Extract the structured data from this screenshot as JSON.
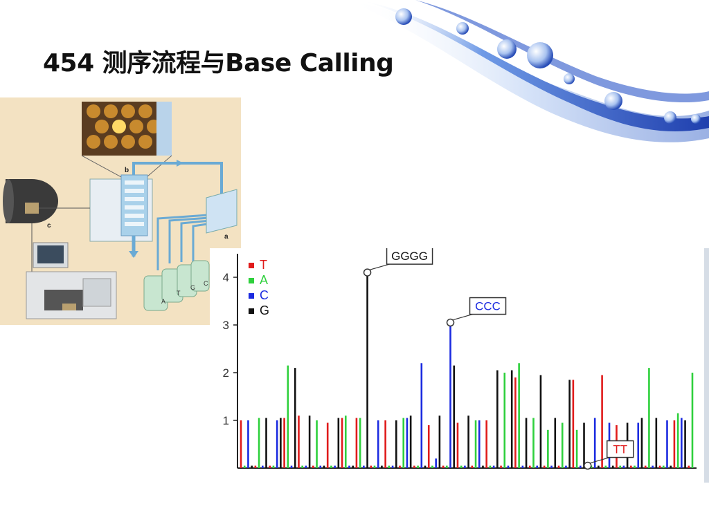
{
  "slide": {
    "title": "454 测序流程与Base Calling"
  },
  "colors": {
    "T": "#e01b1b",
    "A": "#2ed03c",
    "C": "#1b2be0",
    "G": "#111111",
    "accent_blue": "#2a4fb8",
    "schematic_bg": "#f3e2c2",
    "machine_blue": "#7fb3d9"
  },
  "schematic": {
    "labels": {
      "a": "a",
      "b": "b",
      "c": "c"
    },
    "bottles": [
      "A",
      "T",
      "G",
      "C"
    ]
  },
  "chart_data": {
    "type": "bar",
    "title": "",
    "xlabel": "",
    "ylabel": "",
    "ylim": [
      0,
      4.5
    ],
    "yticks": [
      1,
      2,
      3,
      4
    ],
    "grid": false,
    "legend_position": "top-left",
    "legend": [
      {
        "key": "T",
        "label": "T",
        "color": "#e01b1b"
      },
      {
        "key": "A",
        "label": "A",
        "color": "#2ed03c"
      },
      {
        "key": "C",
        "label": "C",
        "color": "#1b2be0"
      },
      {
        "key": "G",
        "label": "G",
        "color": "#111111"
      }
    ],
    "flow_order": [
      "T",
      "A",
      "C",
      "G"
    ],
    "flows": [
      {
        "base": "T",
        "value": 1.0
      },
      {
        "base": "A",
        "value": 0.05
      },
      {
        "base": "C",
        "value": 1.0
      },
      {
        "base": "G",
        "value": 0.05
      },
      {
        "base": "T",
        "value": 0.05
      },
      {
        "base": "A",
        "value": 1.05
      },
      {
        "base": "C",
        "value": 0.05
      },
      {
        "base": "G",
        "value": 1.05
      },
      {
        "base": "T",
        "value": 0.05
      },
      {
        "base": "A",
        "value": 0.05
      },
      {
        "base": "C",
        "value": 1.0
      },
      {
        "base": "G",
        "value": 1.05
      },
      {
        "base": "T",
        "value": 1.05
      },
      {
        "base": "A",
        "value": 2.15
      },
      {
        "base": "C",
        "value": 0.05
      },
      {
        "base": "G",
        "value": 2.1
      },
      {
        "base": "T",
        "value": 1.1
      },
      {
        "base": "A",
        "value": 0.05
      },
      {
        "base": "C",
        "value": 0.05
      },
      {
        "base": "G",
        "value": 1.1
      },
      {
        "base": "T",
        "value": 0.05
      },
      {
        "base": "A",
        "value": 1.0
      },
      {
        "base": "C",
        "value": 0.05
      },
      {
        "base": "G",
        "value": 0.05
      },
      {
        "base": "T",
        "value": 0.95
      },
      {
        "base": "A",
        "value": 0.05
      },
      {
        "base": "C",
        "value": 0.05
      },
      {
        "base": "G",
        "value": 1.05
      },
      {
        "base": "T",
        "value": 1.05
      },
      {
        "base": "A",
        "value": 1.1
      },
      {
        "base": "C",
        "value": 0.05
      },
      {
        "base": "G",
        "value": 0.05
      },
      {
        "base": "T",
        "value": 1.05
      },
      {
        "base": "A",
        "value": 1.05
      },
      {
        "base": "C",
        "value": 0.05
      },
      {
        "base": "G",
        "value": 4.1
      },
      {
        "base": "T",
        "value": 0.05
      },
      {
        "base": "A",
        "value": 0.05
      },
      {
        "base": "C",
        "value": 1.0
      },
      {
        "base": "G",
        "value": 0.05
      },
      {
        "base": "T",
        "value": 1.0
      },
      {
        "base": "A",
        "value": 0.05
      },
      {
        "base": "C",
        "value": 0.05
      },
      {
        "base": "G",
        "value": 1.0
      },
      {
        "base": "T",
        "value": 0.05
      },
      {
        "base": "A",
        "value": 1.05
      },
      {
        "base": "C",
        "value": 1.05
      },
      {
        "base": "G",
        "value": 1.1
      },
      {
        "base": "T",
        "value": 0.05
      },
      {
        "base": "A",
        "value": 0.05
      },
      {
        "base": "C",
        "value": 2.2
      },
      {
        "base": "G",
        "value": 0.05
      },
      {
        "base": "T",
        "value": 0.9
      },
      {
        "base": "A",
        "value": 0.05
      },
      {
        "base": "C",
        "value": 0.2
      },
      {
        "base": "G",
        "value": 1.1
      },
      {
        "base": "T",
        "value": 0.05
      },
      {
        "base": "A",
        "value": 0.05
      },
      {
        "base": "C",
        "value": 3.05
      },
      {
        "base": "G",
        "value": 2.15
      },
      {
        "base": "T",
        "value": 0.95
      },
      {
        "base": "A",
        "value": 0.05
      },
      {
        "base": "C",
        "value": 0.05
      },
      {
        "base": "G",
        "value": 1.1
      },
      {
        "base": "T",
        "value": 0.05
      },
      {
        "base": "A",
        "value": 1.0
      },
      {
        "base": "C",
        "value": 1.0
      },
      {
        "base": "G",
        "value": 0.05
      },
      {
        "base": "T",
        "value": 1.0
      },
      {
        "base": "A",
        "value": 0.05
      },
      {
        "base": "C",
        "value": 0.05
      },
      {
        "base": "G",
        "value": 2.05
      },
      {
        "base": "T",
        "value": 0.05
      },
      {
        "base": "A",
        "value": 2.0
      },
      {
        "base": "C",
        "value": 0.05
      },
      {
        "base": "G",
        "value": 2.05
      },
      {
        "base": "T",
        "value": 1.9
      },
      {
        "base": "A",
        "value": 2.2
      },
      {
        "base": "C",
        "value": 0.05
      },
      {
        "base": "G",
        "value": 1.05
      },
      {
        "base": "T",
        "value": 0.05
      },
      {
        "base": "A",
        "value": 1.05
      },
      {
        "base": "C",
        "value": 0.05
      },
      {
        "base": "G",
        "value": 1.95
      },
      {
        "base": "T",
        "value": 0.05
      },
      {
        "base": "A",
        "value": 0.8
      },
      {
        "base": "C",
        "value": 0.05
      },
      {
        "base": "G",
        "value": 1.05
      },
      {
        "base": "T",
        "value": 0.05
      },
      {
        "base": "A",
        "value": 0.95
      },
      {
        "base": "C",
        "value": 0.05
      },
      {
        "base": "G",
        "value": 1.85
      },
      {
        "base": "T",
        "value": 1.85
      },
      {
        "base": "A",
        "value": 0.8
      },
      {
        "base": "C",
        "value": 0.05
      },
      {
        "base": "G",
        "value": 0.95
      },
      {
        "base": "T",
        "value": 0.05
      },
      {
        "base": "A",
        "value": 0.05
      },
      {
        "base": "C",
        "value": 1.05
      },
      {
        "base": "G",
        "value": 0.05
      },
      {
        "base": "T",
        "value": 1.95
      },
      {
        "base": "A",
        "value": 0.05
      },
      {
        "base": "C",
        "value": 0.95
      },
      {
        "base": "G",
        "value": 0.05
      },
      {
        "base": "T",
        "value": 0.9
      },
      {
        "base": "A",
        "value": 0.05
      },
      {
        "base": "C",
        "value": 0.05
      },
      {
        "base": "G",
        "value": 0.95
      },
      {
        "base": "T",
        "value": 0.05
      },
      {
        "base": "A",
        "value": 0.05
      },
      {
        "base": "C",
        "value": 0.95
      },
      {
        "base": "G",
        "value": 1.05
      },
      {
        "base": "T",
        "value": 0.05
      },
      {
        "base": "A",
        "value": 2.1
      },
      {
        "base": "C",
        "value": 0.05
      },
      {
        "base": "G",
        "value": 1.05
      },
      {
        "base": "T",
        "value": 0.05
      },
      {
        "base": "A",
        "value": 0.05
      },
      {
        "base": "C",
        "value": 1.0
      },
      {
        "base": "G",
        "value": 0.05
      },
      {
        "base": "T",
        "value": 1.0
      },
      {
        "base": "A",
        "value": 1.15
      },
      {
        "base": "C",
        "value": 1.05
      },
      {
        "base": "G",
        "value": 1.0
      },
      {
        "base": "T",
        "value": 0.05
      },
      {
        "base": "A",
        "value": 2.0
      }
    ],
    "annotations": [
      {
        "label": "GGGG",
        "flow_index": 35,
        "color": "#111111"
      },
      {
        "label": "CCC",
        "flow_index": 58,
        "color": "#1b2be0"
      },
      {
        "label": "TT",
        "flow_index": 96,
        "color": "#e01b1b"
      }
    ]
  }
}
